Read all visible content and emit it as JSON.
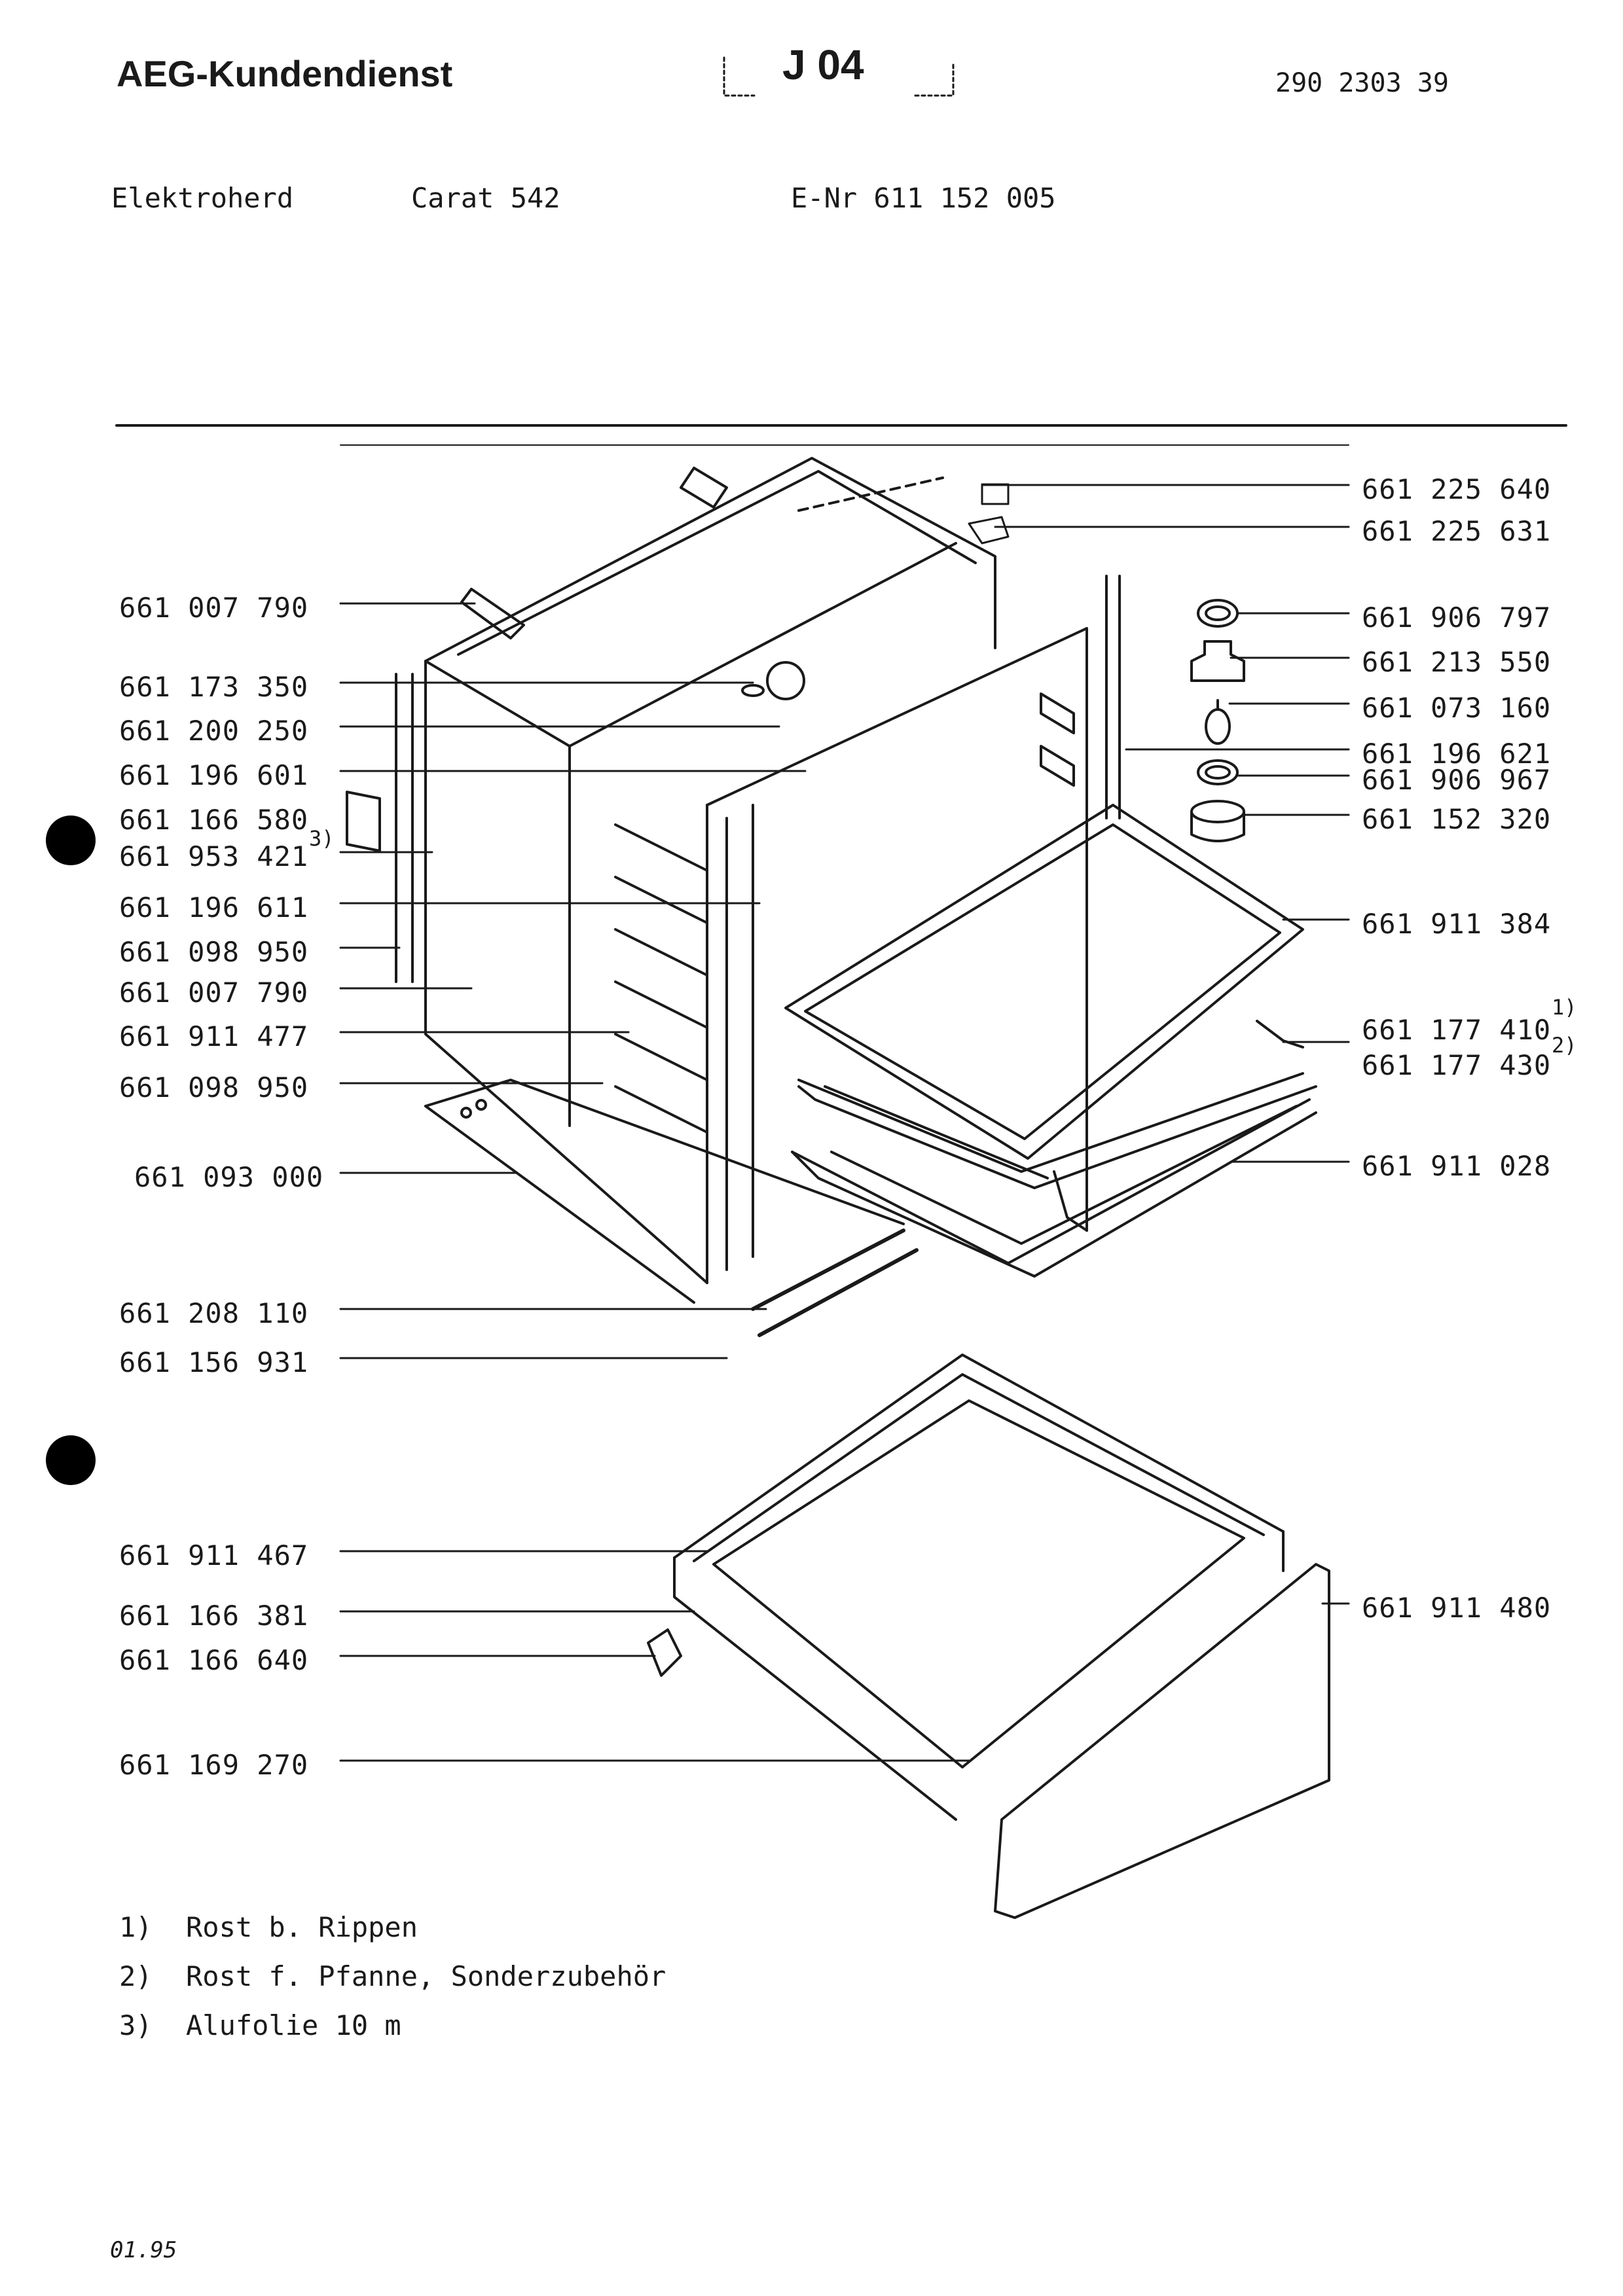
{
  "header": {
    "brand": "AEG-Kundendienst",
    "sheet": "J 04",
    "document_number": "290 2303 39",
    "appliance_type": "Elektroherd",
    "model": "Carat 542",
    "e_nr": "E-Nr 611 152 005"
  },
  "parts_left": [
    {
      "number": "661 007 790"
    },
    {
      "number": "661 173 350"
    },
    {
      "number": "661 200 250"
    },
    {
      "number": "661 196 601"
    },
    {
      "number": "661 166 580",
      "mark": "3)"
    },
    {
      "number": "661 953 421"
    },
    {
      "number": "661 196 611"
    },
    {
      "number": "661 098 950"
    },
    {
      "number": "661 007 790"
    },
    {
      "number": "661 911 477"
    },
    {
      "number": "661 098 950"
    },
    {
      "number": "661 093 000"
    },
    {
      "number": "661 208 110"
    },
    {
      "number": "661 156 931"
    },
    {
      "number": "661 911 467"
    },
    {
      "number": "661 166 381"
    },
    {
      "number": "661 166 640"
    },
    {
      "number": "661 169 270"
    }
  ],
  "parts_right": [
    {
      "number": "661 225 640"
    },
    {
      "number": "661 225 631"
    },
    {
      "number": "661 906 797"
    },
    {
      "number": "661 213 550"
    },
    {
      "number": "661 073 160"
    },
    {
      "number": "661 196 621"
    },
    {
      "number": "661 906 967"
    },
    {
      "number": "661 152 320"
    },
    {
      "number": "661 911 384"
    },
    {
      "number": "661 177 410",
      "mark": "1)"
    },
    {
      "number": "661 177 430",
      "mark": "2)"
    },
    {
      "number": "661 911 028"
    },
    {
      "number": "661 911 480"
    }
  ],
  "footnotes": [
    {
      "num": "1)",
      "text": "Rost b. Rippen"
    },
    {
      "num": "2)",
      "text": "Rost f. Pfanne, Sonderzubehör"
    },
    {
      "num": "3)",
      "text": "Alufolie 10 m"
    }
  ],
  "footer": {
    "date": "01.95"
  }
}
